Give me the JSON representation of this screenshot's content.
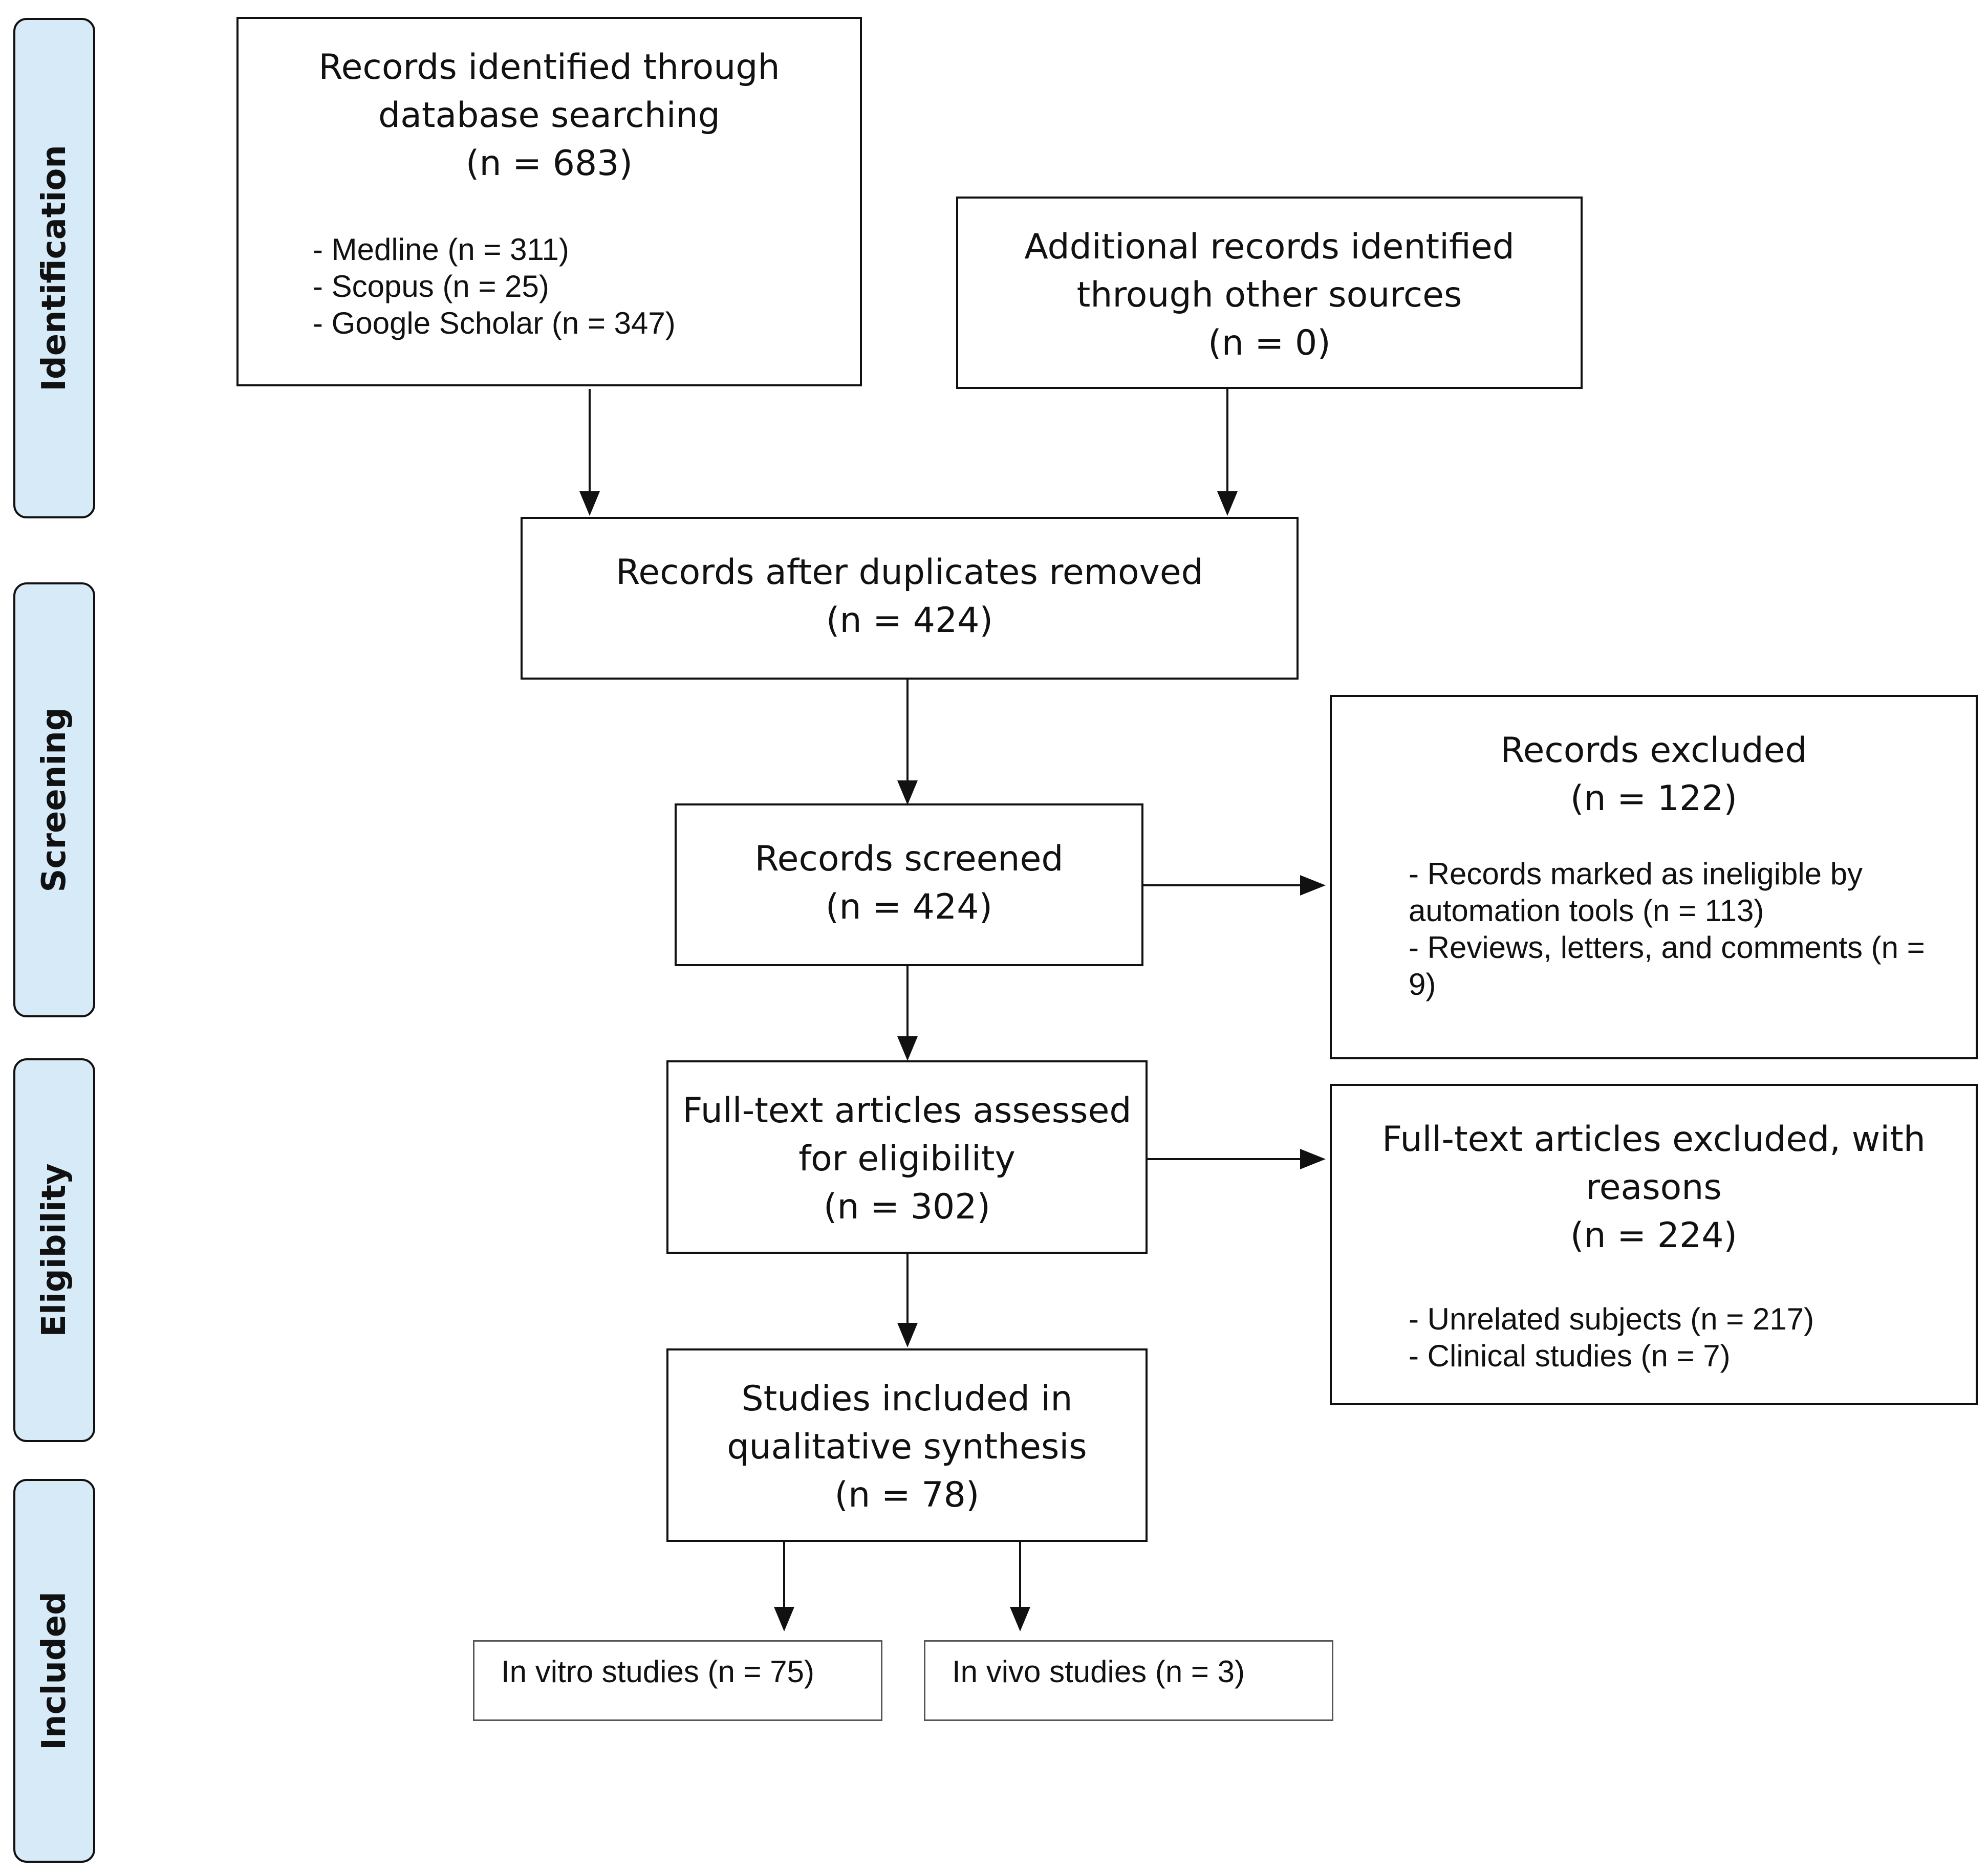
{
  "phases": {
    "identification": "Identification",
    "screening": "Screening",
    "eligibility": "Eligibility",
    "included": "Included"
  },
  "db_search": {
    "title_line1": "Records identified through",
    "title_line2": "database searching",
    "count": "(n = 683)",
    "items": [
      "Medline (n = 311)",
      "Scopus (n = 25)",
      "Google Scholar (n = 347)"
    ]
  },
  "other_sources": {
    "title_line1": "Additional records identified",
    "title_line2": "through other sources",
    "count": "(n = 0)"
  },
  "duplicates_removed": {
    "title": "Records after duplicates removed",
    "count": "(n = 424)"
  },
  "screened": {
    "title": "Records screened",
    "count": "(n = 424)"
  },
  "excluded": {
    "title": "Records excluded",
    "count": "(n = 122)",
    "items": [
      "Records marked as ineligible by automation tools (n = 113)",
      "Reviews, letters, and comments (n = 9)"
    ]
  },
  "fulltext_assessed": {
    "title_line1": "Full-text articles assessed",
    "title_line2": "for eligibility",
    "count": "(n = 302)"
  },
  "fulltext_excluded": {
    "title_line1": "Full-text articles excluded, with",
    "title_line2": "reasons",
    "count": "(n = 224)",
    "items": [
      "Unrelated subjects (n = 217)",
      "Clinical studies (n = 7)"
    ]
  },
  "included_studies": {
    "title_line1": "Studies included in",
    "title_line2": "qualitative synthesis",
    "count": "(n = 78)"
  },
  "in_vitro": "In vitro studies (n = 75)",
  "in_vivo": "In vivo studies (n = 3)"
}
